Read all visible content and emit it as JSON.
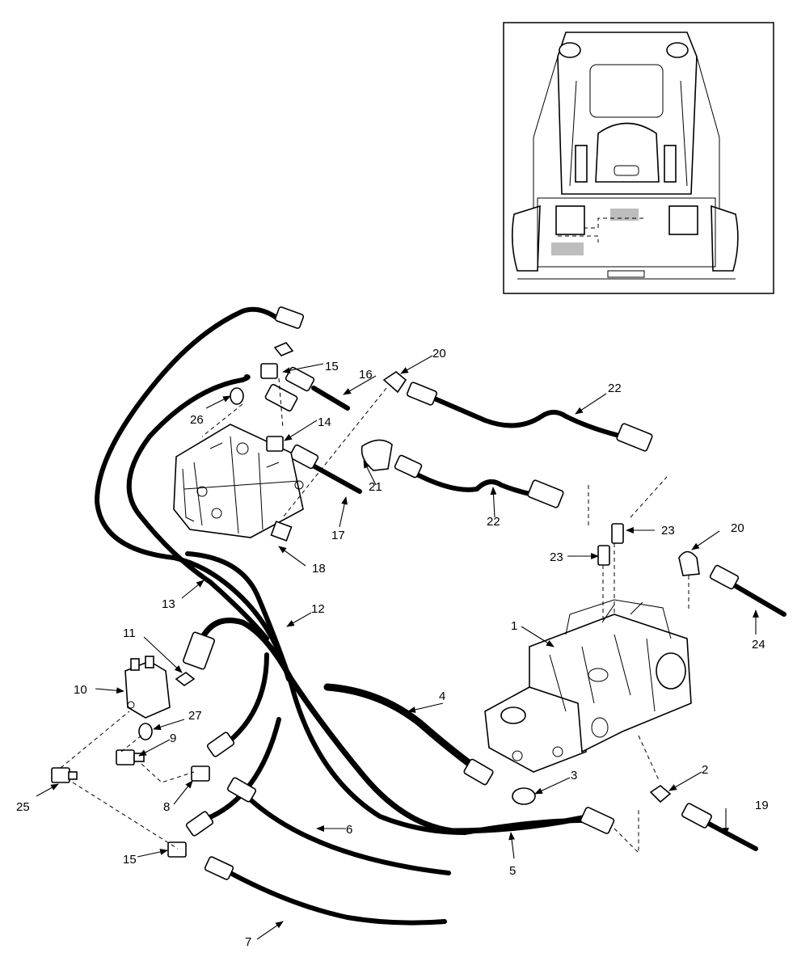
{
  "callouts": [
    {
      "id": "c1",
      "text": "1"
    },
    {
      "id": "c2",
      "text": "2"
    },
    {
      "id": "c3",
      "text": "3"
    },
    {
      "id": "c4",
      "text": "4"
    },
    {
      "id": "c5",
      "text": "5"
    },
    {
      "id": "c6",
      "text": "6"
    },
    {
      "id": "c7",
      "text": "7"
    },
    {
      "id": "c8",
      "text": "8"
    },
    {
      "id": "c9",
      "text": "9"
    },
    {
      "id": "c10",
      "text": "10"
    },
    {
      "id": "c11",
      "text": "11"
    },
    {
      "id": "c12",
      "text": "12"
    },
    {
      "id": "c13",
      "text": "13"
    },
    {
      "id": "c14",
      "text": "14"
    },
    {
      "id": "c15a",
      "text": "15"
    },
    {
      "id": "c15b",
      "text": "15"
    },
    {
      "id": "c16",
      "text": "16"
    },
    {
      "id": "c17",
      "text": "17"
    },
    {
      "id": "c18",
      "text": "18"
    },
    {
      "id": "c19",
      "text": "19"
    },
    {
      "id": "c20a",
      "text": "20"
    },
    {
      "id": "c20b",
      "text": "20"
    },
    {
      "id": "c21",
      "text": "21"
    },
    {
      "id": "c22a",
      "text": "22"
    },
    {
      "id": "c22b",
      "text": "22"
    },
    {
      "id": "c23a",
      "text": "23"
    },
    {
      "id": "c23b",
      "text": "23"
    },
    {
      "id": "c24",
      "text": "24"
    },
    {
      "id": "c25",
      "text": "25"
    },
    {
      "id": "c26",
      "text": "26"
    },
    {
      "id": "c27",
      "text": "27"
    }
  ]
}
